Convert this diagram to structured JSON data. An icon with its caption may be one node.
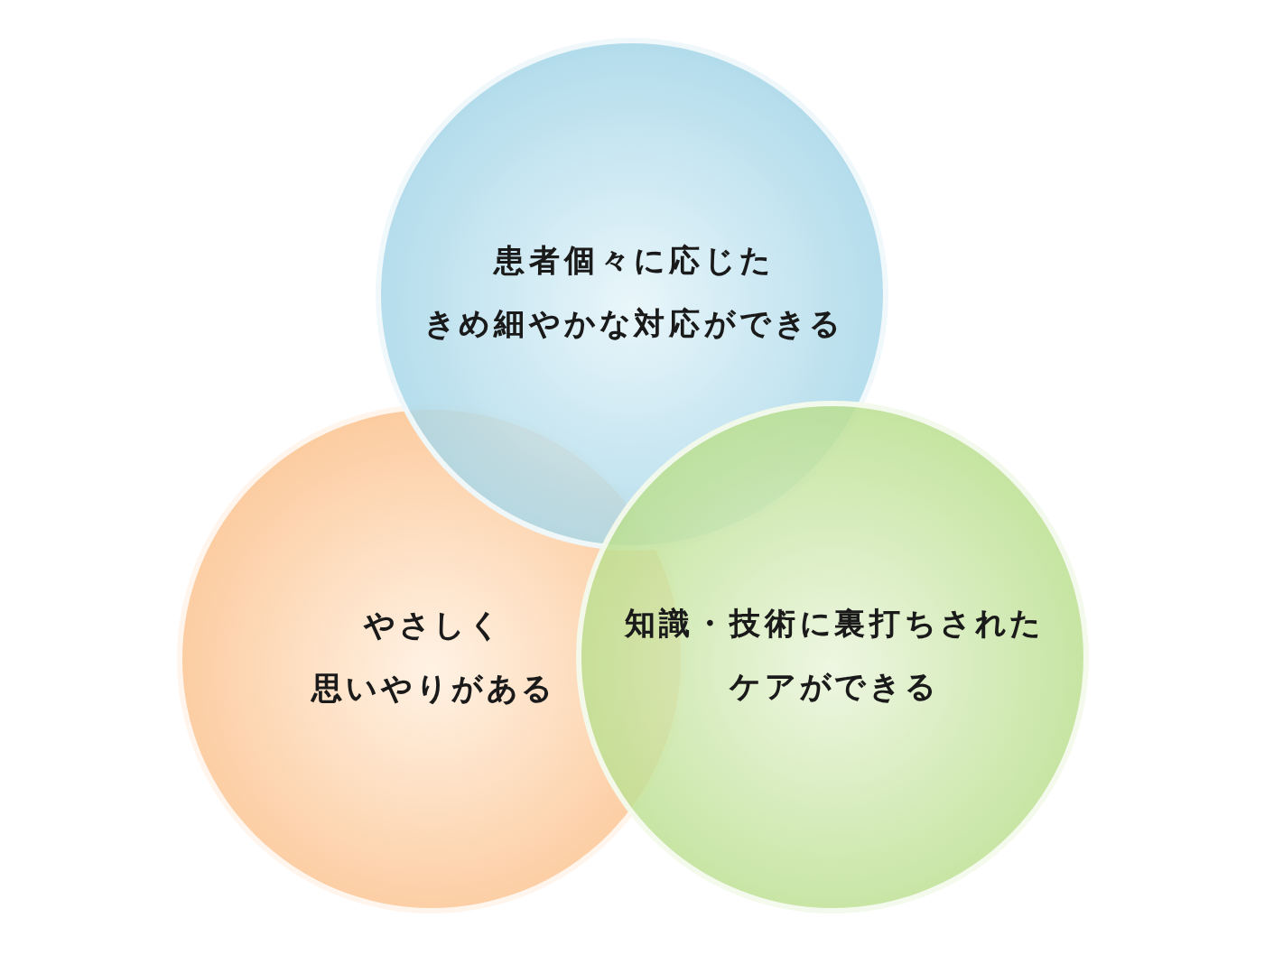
{
  "diagram": {
    "nodes": [
      {
        "text": [
          "患者個々に応じたきめ細やかな対応ができる"
        ]
      },
      {
        "text": [
          "やさしく思いやりがある"
        ]
      },
      {
        "text": [
          "知識・技術に裏打ちされたケアができる"
        ]
      }
    ]
  }
}
